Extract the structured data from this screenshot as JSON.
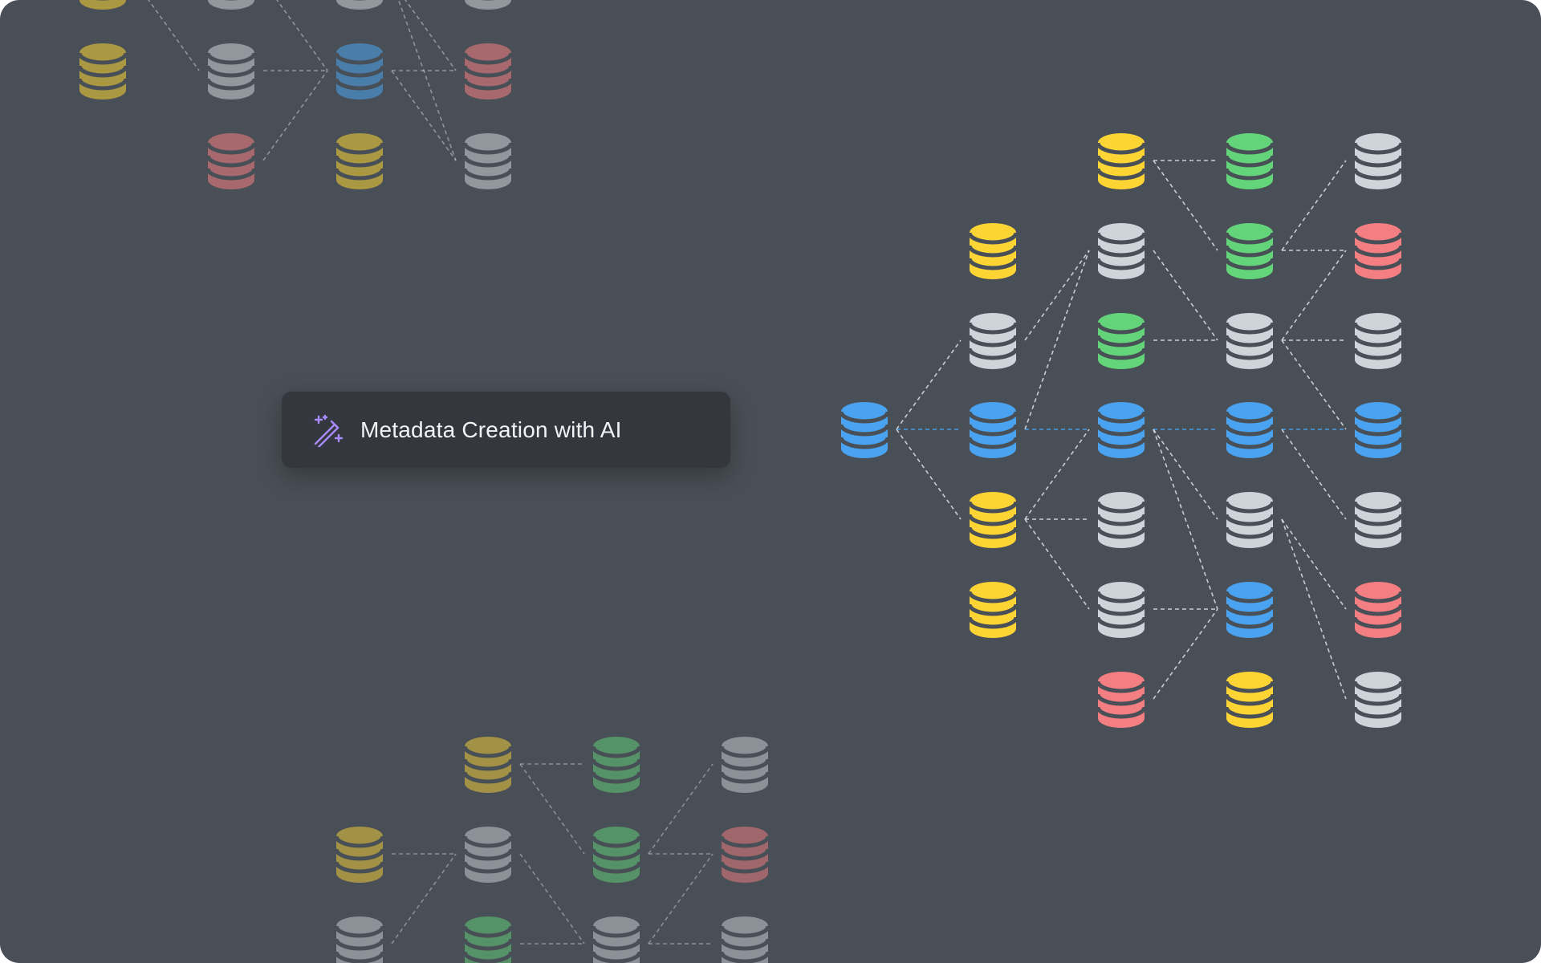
{
  "badge": {
    "label": "Metadata Creation with AI",
    "icon": "magic-wand-icon",
    "icon_color": "#a78bfa"
  },
  "colors": {
    "background": "#494f56",
    "badge_bg": "#34383e",
    "node_colors": {
      "blue": "#4aa3f0",
      "yellow": "#fcd535",
      "green": "#63d47a",
      "gray": "#cfd3da",
      "red": "#f47f82"
    },
    "link": "#d7dbe0",
    "link_highlight": "#4aa3f0"
  },
  "node_icon": "database-icon",
  "clusters": {
    "main": {
      "nodes": [
        {
          "id": "root",
          "color": "blue"
        },
        {
          "id": "c1r1",
          "color": "yellow"
        },
        {
          "id": "c1r2",
          "color": "gray"
        },
        {
          "id": "c1r3",
          "color": "blue"
        },
        {
          "id": "c1r4",
          "color": "yellow"
        },
        {
          "id": "c1r5",
          "color": "yellow"
        },
        {
          "id": "c2r0",
          "color": "yellow"
        },
        {
          "id": "c2r1",
          "color": "gray"
        },
        {
          "id": "c2r2",
          "color": "green"
        },
        {
          "id": "c2r3",
          "color": "blue"
        },
        {
          "id": "c2r4",
          "color": "gray"
        },
        {
          "id": "c2r5",
          "color": "gray"
        },
        {
          "id": "c2r6",
          "color": "red"
        },
        {
          "id": "c3r0",
          "color": "green"
        },
        {
          "id": "c3r1",
          "color": "green"
        },
        {
          "id": "c3r2",
          "color": "gray"
        },
        {
          "id": "c3r3",
          "color": "blue"
        },
        {
          "id": "c3r4",
          "color": "gray"
        },
        {
          "id": "c3r5",
          "color": "blue"
        },
        {
          "id": "c3r6",
          "color": "yellow"
        },
        {
          "id": "c4r0",
          "color": "gray"
        },
        {
          "id": "c4r1",
          "color": "red"
        },
        {
          "id": "c4r2",
          "color": "gray"
        },
        {
          "id": "c4r3",
          "color": "blue"
        },
        {
          "id": "c4r4",
          "color": "gray"
        },
        {
          "id": "c4r5",
          "color": "red"
        },
        {
          "id": "c4r6",
          "color": "gray"
        }
      ],
      "links": [
        [
          "root",
          "c1r2"
        ],
        [
          "root",
          "c1r3",
          "highlight"
        ],
        [
          "root",
          "c1r4"
        ],
        [
          "c1r2",
          "c2r1"
        ],
        [
          "c1r3",
          "c2r1"
        ],
        [
          "c1r3",
          "c2r3",
          "highlight"
        ],
        [
          "c1r4",
          "c2r3"
        ],
        [
          "c1r4",
          "c2r4"
        ],
        [
          "c1r4",
          "c2r5"
        ],
        [
          "c2r0",
          "c3r0"
        ],
        [
          "c2r0",
          "c3r1"
        ],
        [
          "c2r1",
          "c3r2"
        ],
        [
          "c2r2",
          "c3r2"
        ],
        [
          "c2r3",
          "c3r3",
          "highlight"
        ],
        [
          "c2r3",
          "c3r4"
        ],
        [
          "c2r3",
          "c3r5"
        ],
        [
          "c2r5",
          "c3r5"
        ],
        [
          "c2r6",
          "c3r5"
        ],
        [
          "c3r1",
          "c4r0"
        ],
        [
          "c3r1",
          "c4r1"
        ],
        [
          "c3r2",
          "c4r1"
        ],
        [
          "c3r2",
          "c4r2"
        ],
        [
          "c3r2",
          "c4r3"
        ],
        [
          "c3r3",
          "c4r3",
          "highlight"
        ],
        [
          "c3r3",
          "c4r4"
        ],
        [
          "c3r4",
          "c4r5"
        ],
        [
          "c3r4",
          "c4r6"
        ]
      ]
    },
    "top_left_faded": {
      "nodes": [
        {
          "id": "a0",
          "color": "yellow"
        },
        {
          "id": "a1",
          "color": "yellow"
        },
        {
          "id": "b0",
          "color": "gray"
        },
        {
          "id": "b1",
          "color": "gray"
        },
        {
          "id": "b2",
          "color": "red"
        },
        {
          "id": "m0",
          "color": "gray"
        },
        {
          "id": "m1",
          "color": "blue"
        },
        {
          "id": "m2",
          "color": "yellow"
        },
        {
          "id": "d0",
          "color": "gray"
        },
        {
          "id": "d1",
          "color": "red"
        },
        {
          "id": "d2",
          "color": "gray"
        }
      ],
      "links": [
        [
          "a0",
          "b1"
        ],
        [
          "b0",
          "m1"
        ],
        [
          "b1",
          "m1"
        ],
        [
          "b2",
          "m1"
        ],
        [
          "m0",
          "d1"
        ],
        [
          "m0",
          "d2"
        ],
        [
          "m1",
          "d1"
        ],
        [
          "m1",
          "d2"
        ]
      ]
    },
    "bottom_faded": {
      "nodes": [
        {
          "id": "p1",
          "color": "yellow"
        },
        {
          "id": "p2",
          "color": "gray"
        },
        {
          "id": "q0",
          "color": "yellow"
        },
        {
          "id": "q1",
          "color": "gray"
        },
        {
          "id": "q2",
          "color": "green"
        },
        {
          "id": "s0",
          "color": "green"
        },
        {
          "id": "s1",
          "color": "green"
        },
        {
          "id": "s2",
          "color": "gray"
        },
        {
          "id": "t0",
          "color": "gray"
        },
        {
          "id": "t1",
          "color": "red"
        },
        {
          "id": "t2",
          "color": "gray"
        }
      ],
      "links": [
        [
          "q0",
          "s0"
        ],
        [
          "q0",
          "s1"
        ],
        [
          "q1",
          "s2"
        ],
        [
          "s1",
          "t0"
        ],
        [
          "s1",
          "t1"
        ],
        [
          "s2",
          "t1"
        ],
        [
          "s2",
          "t2"
        ],
        [
          "p2",
          "q1"
        ],
        [
          "p1",
          "q1"
        ],
        [
          "q2",
          "s2"
        ]
      ]
    }
  }
}
